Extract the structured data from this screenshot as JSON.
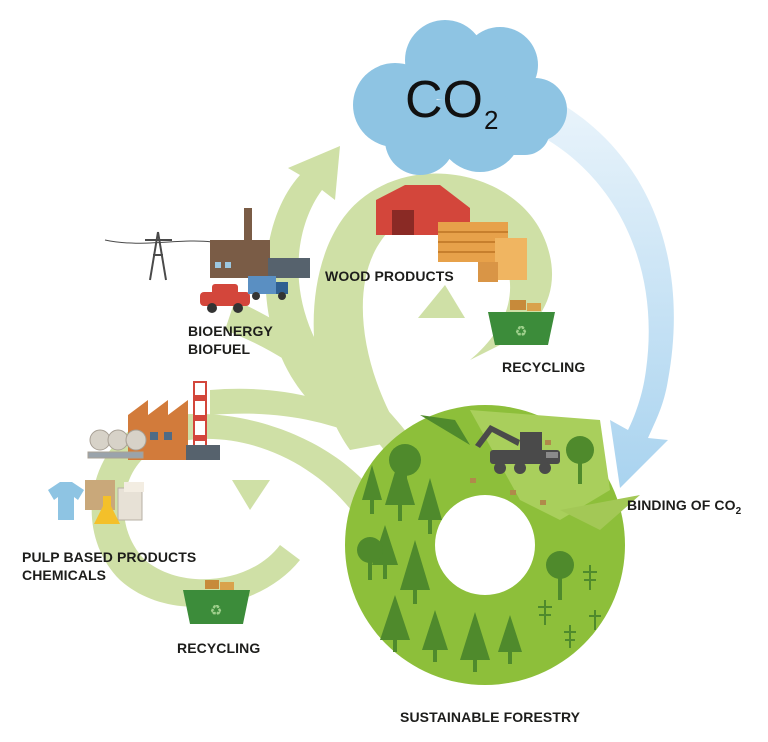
{
  "cloud": {
    "label": "CO",
    "subscript": "2"
  },
  "labels": {
    "wood_products": "WOOD PRODUCTS",
    "recycling_top": "RECYCLING",
    "bioenergy_line1": "BIOENERGY",
    "bioenergy_line2": "BIOFUEL",
    "pulp_line1": "PULP BASED PRODUCTS",
    "pulp_line2": "CHEMICALS",
    "recycling_bottom": "RECYCLING",
    "binding": "BINDING OF CO",
    "binding_sub": "2",
    "forestry": "SUSTAINABLE FORESTRY"
  },
  "colors": {
    "loop_green": "#cfe0a6",
    "forest_green": "#8dbf3a",
    "tree_green": "#4f8a2c",
    "cloud_blue": "#8ec4e3",
    "arrow_blue": "#b9dcf2",
    "recycle_bin": "#3c8c3a"
  }
}
